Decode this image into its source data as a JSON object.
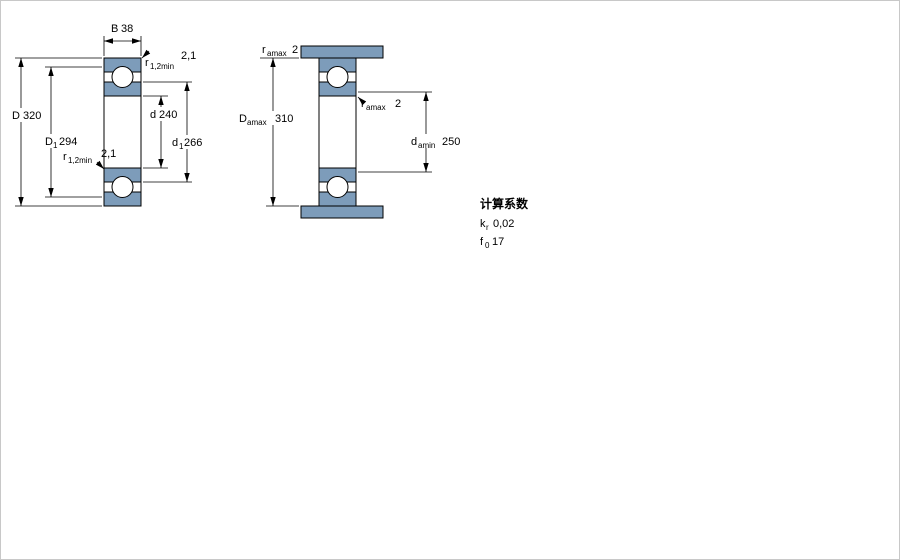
{
  "colors": {
    "bearing_fill": "#7d9cba",
    "line": "#000000",
    "page_bg": "#ffffff",
    "page_border": "#c8c8c8"
  },
  "left_view": {
    "dim_B": {
      "main": "B",
      "value": "38"
    },
    "dim_D": {
      "main": "D",
      "value": "320"
    },
    "dim_D1": {
      "main": "D",
      "sub": "1",
      "value": "294"
    },
    "dim_r_top": {
      "main": "r",
      "sub": "1,2min",
      "value": "2,1"
    },
    "dim_d": {
      "main": "d",
      "value": "240"
    },
    "dim_d1": {
      "main": "d",
      "sub": "1",
      "value": "266"
    },
    "dim_r_bottom": {
      "main": "r",
      "sub": "1,2min",
      "value": "2,1"
    }
  },
  "right_view": {
    "dim_ra_top": {
      "main": "r",
      "sub": "amax",
      "value": "2"
    },
    "dim_Damax": {
      "main": "D",
      "sub": "amax",
      "value": "310"
    },
    "dim_ra_mid": {
      "main": "r",
      "sub": "amax",
      "value": "2"
    },
    "dim_damin": {
      "main": "d",
      "sub": "amin",
      "value": "250"
    }
  },
  "calculation_factors": {
    "title": "计算系数",
    "k_r": {
      "main": "k",
      "sub": "r",
      "value": "0,02"
    },
    "f_0": {
      "main": "f",
      "sub": "0",
      "value": "17"
    }
  }
}
